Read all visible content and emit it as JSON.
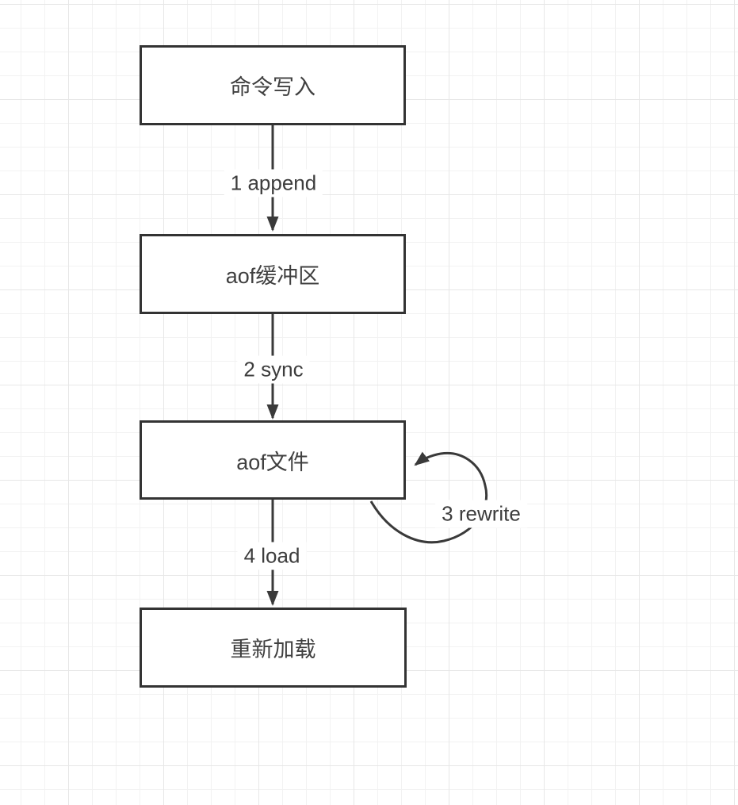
{
  "canvas": {
    "background_color": "#ffffff",
    "grid_minor_color": "#f2f2f2",
    "grid_major_color": "#e7e7e7",
    "stroke_color": "#3a3a3a",
    "node_border_color": "#333333",
    "node_fill_color": "#ffffff",
    "text_color": "#404040"
  },
  "diagram": {
    "nodes": [
      {
        "id": "command-write",
        "label": "命令写入"
      },
      {
        "id": "aof-buffer",
        "label": "aof缓冲区"
      },
      {
        "id": "aof-file",
        "label": "aof文件"
      },
      {
        "id": "reload",
        "label": "重新加载"
      }
    ],
    "edges": [
      {
        "from": "command-write",
        "to": "aof-buffer",
        "label": "1 append"
      },
      {
        "from": "aof-buffer",
        "to": "aof-file",
        "label": "2 sync"
      },
      {
        "from": "aof-file",
        "to": "aof-file",
        "label": "3 rewrite"
      },
      {
        "from": "aof-file",
        "to": "reload",
        "label": "4 load"
      }
    ]
  }
}
